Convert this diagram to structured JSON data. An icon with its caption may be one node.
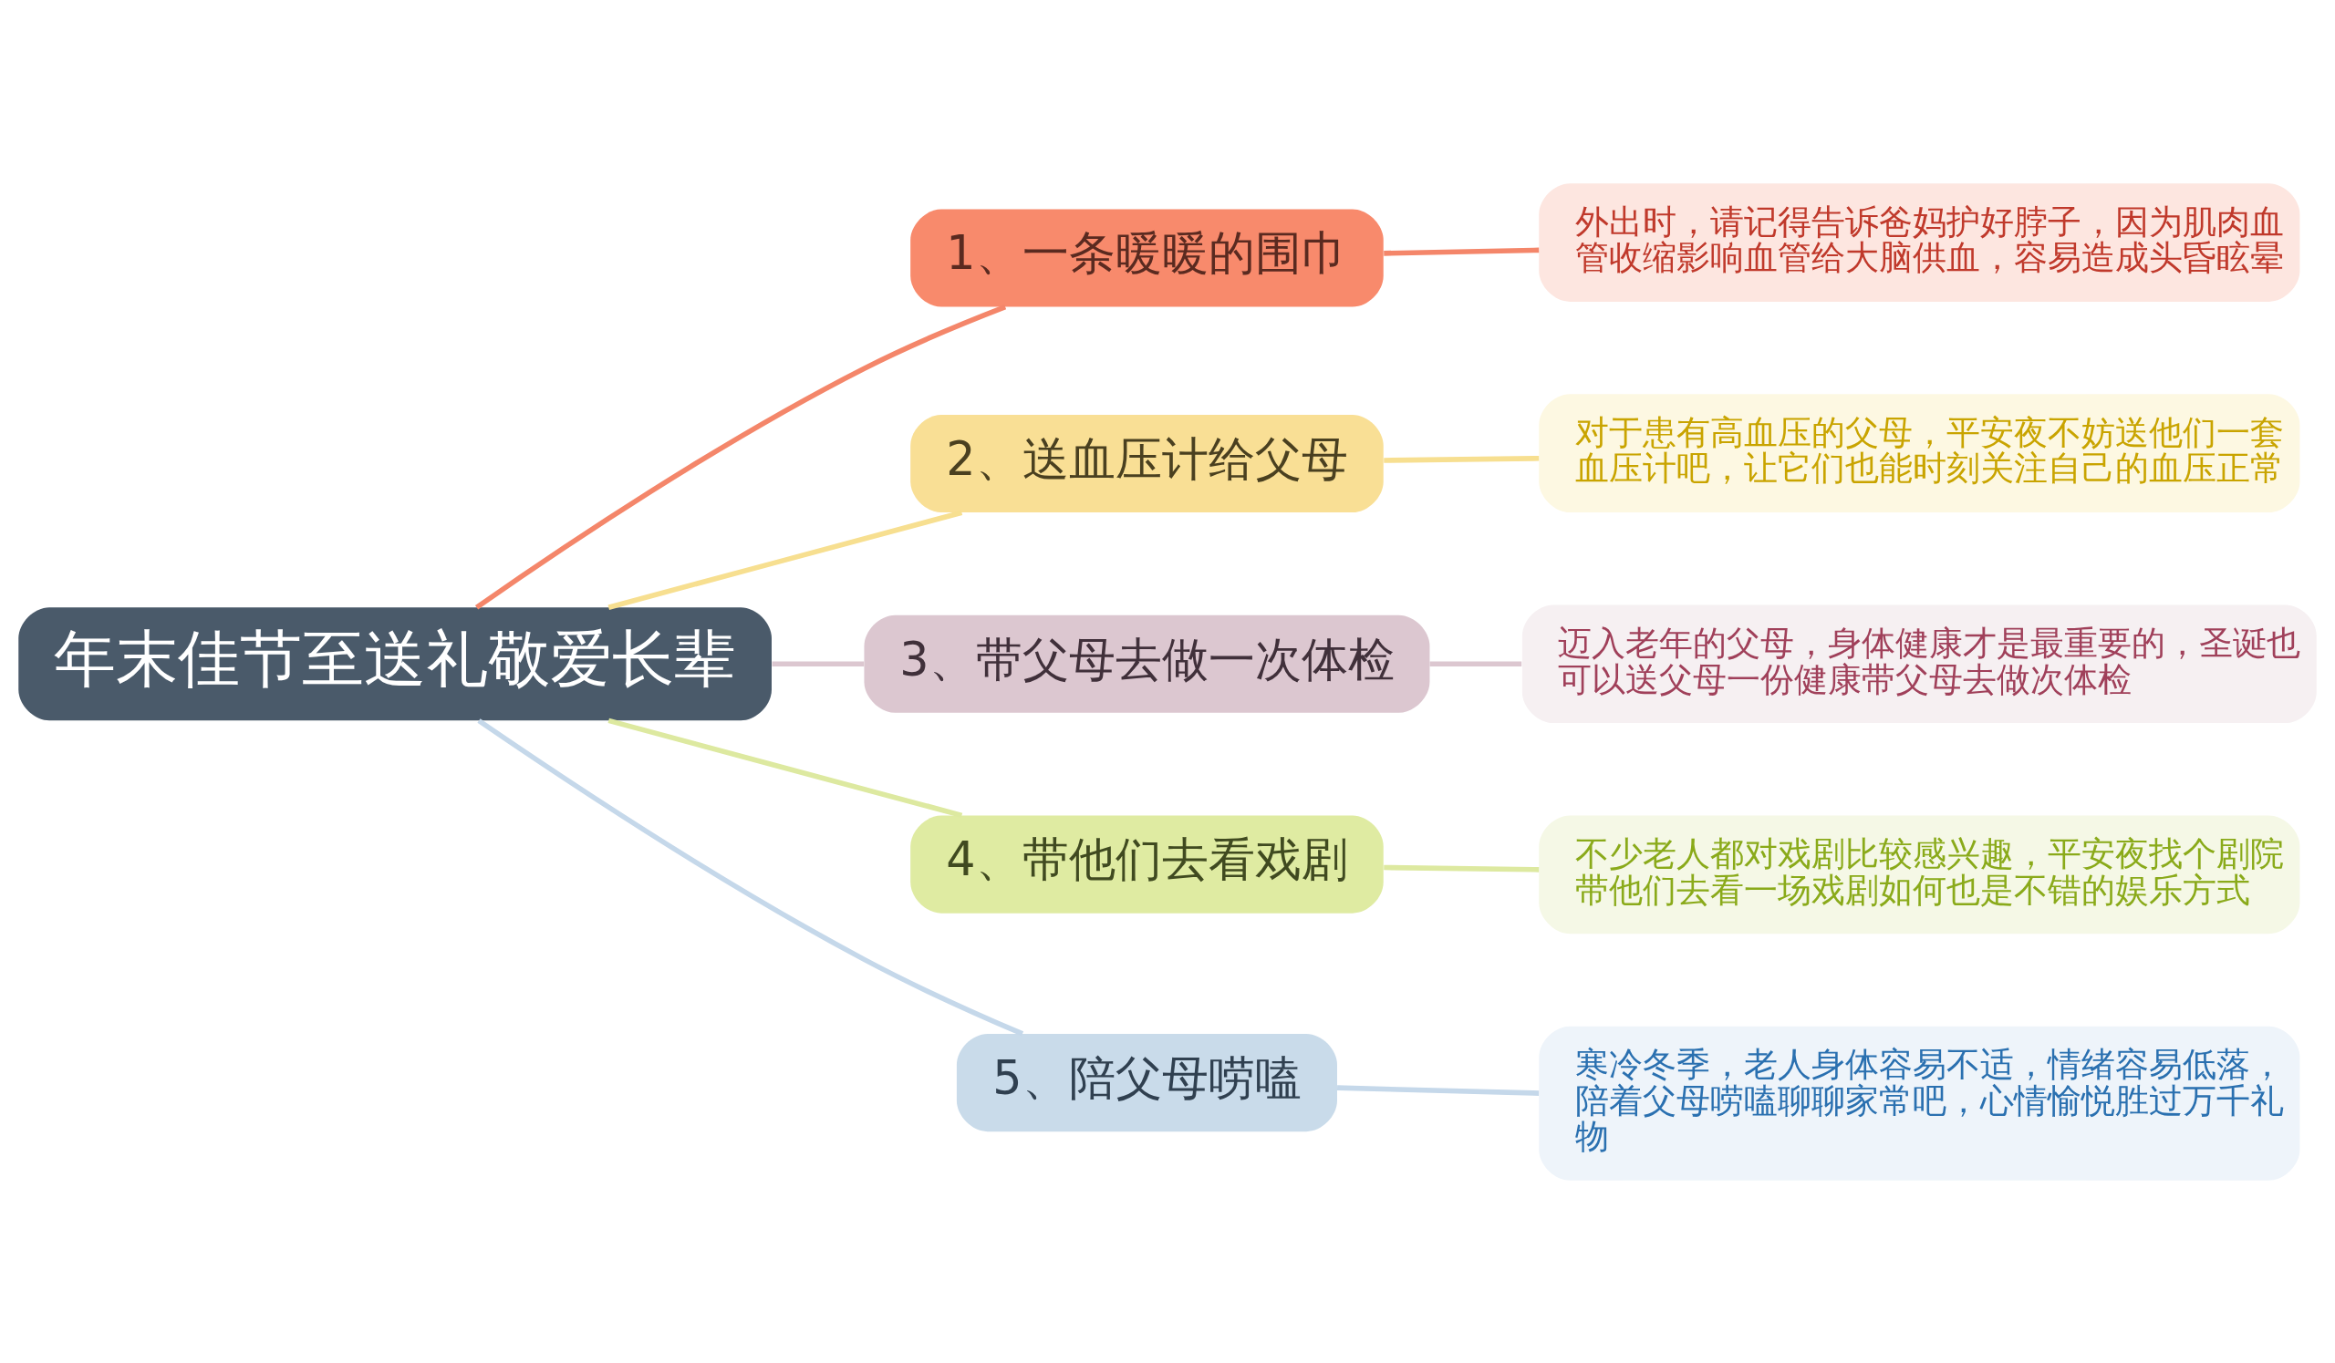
{
  "diagram": {
    "nodes": [
      {
        "text": [
          "年末佳节至送礼敬爱长辈"
        ]
      },
      {
        "text": [
          "1、一条暖暖的围巾"
        ]
      },
      {
        "text": [
          "2、送血压计给父母"
        ]
      },
      {
        "text": [
          "3、带父母去做一次体检"
        ]
      },
      {
        "text": [
          "4、带他们去看戏剧"
        ]
      },
      {
        "text": [
          "5、陪父母唠嗑"
        ]
      },
      {
        "text": [
          "外出时，请记得告诉爸妈护好脖子，因为肌肉血管收缩影响血管给大脑供血，容易造成头昏眩晕"
        ]
      },
      {
        "text": [
          "对于患有高血压的父母，平安夜不妨送他们一套血压计吧，让它们也能时刻关注自己的血压正常"
        ]
      },
      {
        "text": [
          "迈入老年的父母，身体健康才是最重要的，圣诞也可以送父母一份健康带父母去做次体检"
        ]
      },
      {
        "text": [
          "不少老人都对戏剧比较感兴趣，平安夜找个剧院带他们去看一场戏剧如何也是不错的娱乐方式"
        ]
      },
      {
        "text": [
          "寒冷冬季，老人身体容易不适，情绪容易低落，陪着父母唠嗑聊聊家常吧，心情愉悦胜过万千礼物"
        ]
      }
    ],
    "edges": [
      {
        "from": 0,
        "to": 1,
        "arrow": "none",
        "color": "#f4866a"
      },
      {
        "from": 0,
        "to": 2,
        "arrow": "none",
        "color": "#f7df90"
      },
      {
        "from": 0,
        "to": 3,
        "arrow": "none",
        "color": "#dcc7d0"
      },
      {
        "from": 0,
        "to": 4,
        "arrow": "none",
        "color": "#dde9a0"
      },
      {
        "from": 0,
        "to": 5,
        "arrow": "none",
        "color": "#c5d8ea"
      },
      {
        "from": 1,
        "to": 6,
        "arrow": "none",
        "color": "#f4866a"
      },
      {
        "from": 2,
        "to": 7,
        "arrow": "none",
        "color": "#f7df90"
      },
      {
        "from": 3,
        "to": 8,
        "arrow": "none",
        "color": "#dcc7d0"
      },
      {
        "from": 4,
        "to": 9,
        "arrow": "none",
        "color": "#dde9a0"
      },
      {
        "from": 5,
        "to": 10,
        "arrow": "none",
        "color": "#c5d8ea"
      }
    ]
  }
}
